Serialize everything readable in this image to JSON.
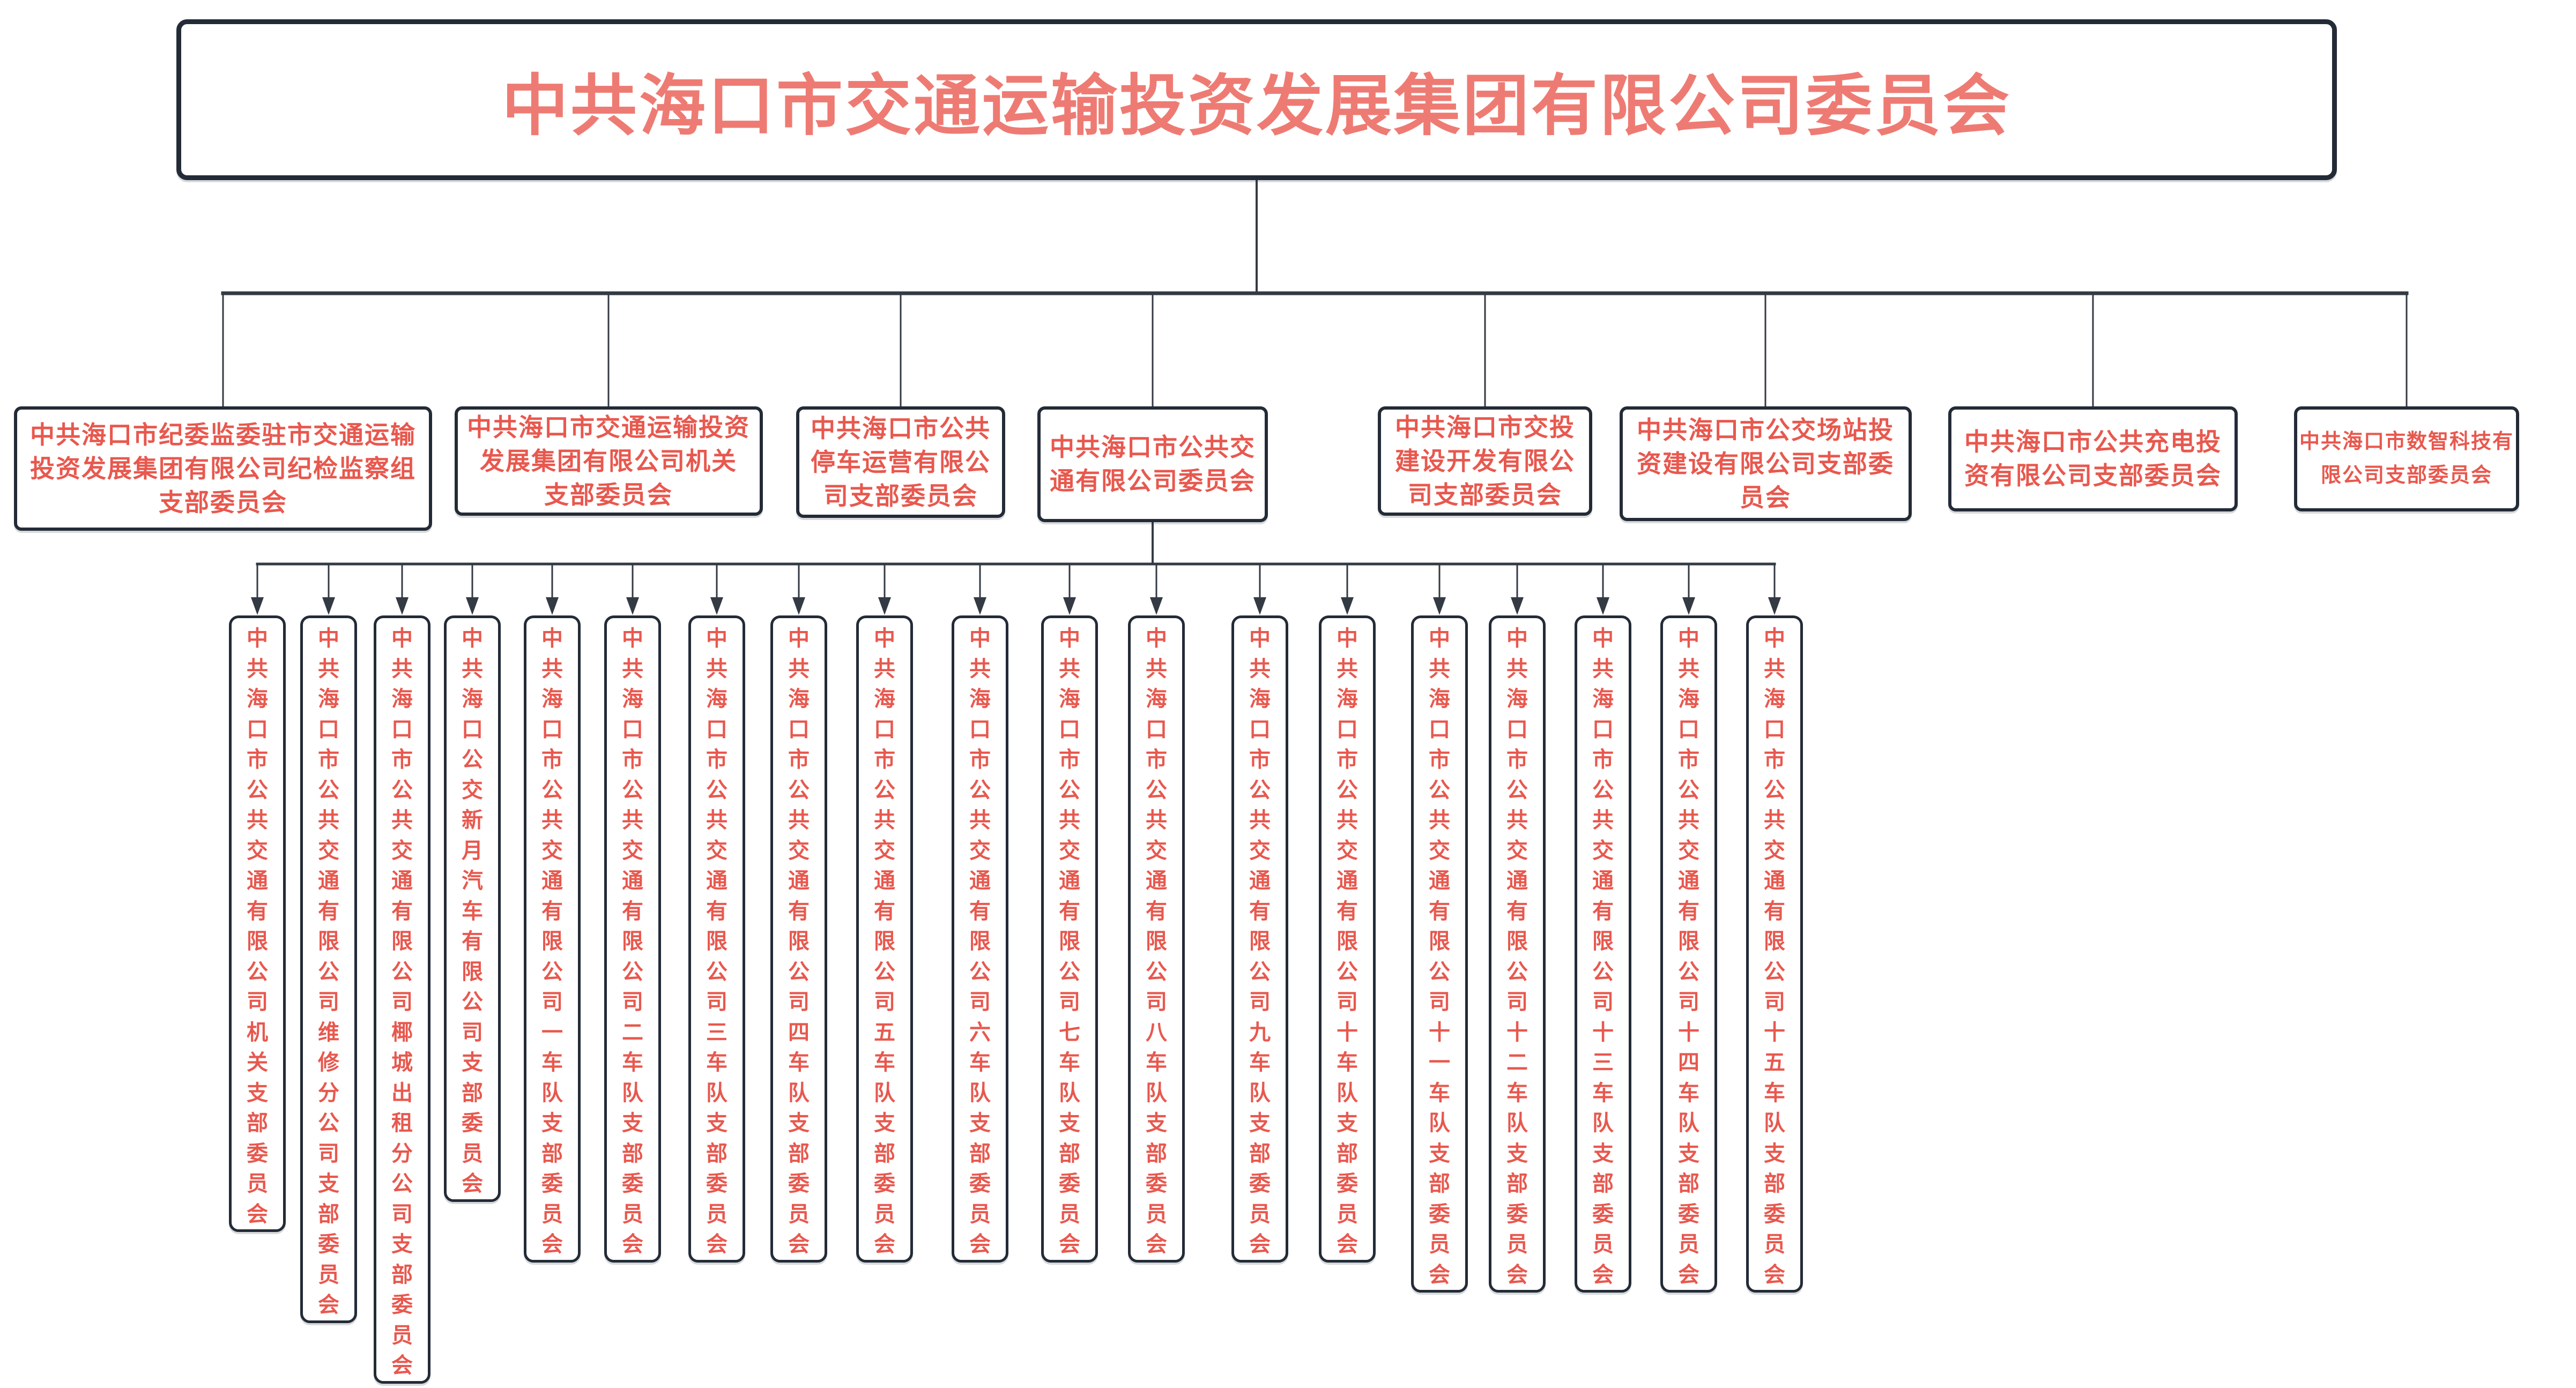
{
  "colors": {
    "border": "#232b37",
    "connector": "#333a43",
    "title_text": "#ee7b73",
    "node_text": "#e8584e"
  },
  "org_chart": {
    "root": {
      "label": "中共海口市交通运输投资发展集团有限公司委员会"
    },
    "level2": [
      {
        "label": "中共海口市纪委监委驻市交通运输\n投资发展集团有限公司纪检监察组\n支部委员会"
      },
      {
        "label": "中共海口市交通运输投资\n发展集团有限公司机关\n支部委员会"
      },
      {
        "label": "中共海口市公共\n停车运营有限公\n司支部委员会"
      },
      {
        "label": "中共海口市公共交\n通有限公司委员会"
      },
      {
        "label": "中共海口市交投\n建设开发有限公\n司支部委员会"
      },
      {
        "label": "中共海口市公交场站投\n资建设有限公司支部委\n员会"
      },
      {
        "label": "中共海口市公共充电投\n资有限公司支部委员会"
      },
      {
        "label": "中共海口市数智科技有\n限公司支部委员会"
      }
    ],
    "level3_parent_index": 3,
    "level3": [
      {
        "label": "中共海口市公共交通有限公司机关支部委员会"
      },
      {
        "label": "中共海口市公共交通有限公司维修分公司支部委员会"
      },
      {
        "label": "中共海口市公共交通有限公司椰城出租分公司支部委员会"
      },
      {
        "label": "中共海口公交新月汽车有限公司支部委员会"
      },
      {
        "label": "中共海口市公共交通有限公司一车队支部委员会"
      },
      {
        "label": "中共海口市公共交通有限公司二车队支部委员会"
      },
      {
        "label": "中共海口市公共交通有限公司三车队支部委员会"
      },
      {
        "label": "中共海口市公共交通有限公司四车队支部委员会"
      },
      {
        "label": "中共海口市公共交通有限公司五车队支部委员会"
      },
      {
        "label": "中共海口市公共交通有限公司六车队支部委员会"
      },
      {
        "label": "中共海口市公共交通有限公司七车队支部委员会"
      },
      {
        "label": "中共海口市公共交通有限公司八车队支部委员会"
      },
      {
        "label": "中共海口市公共交通有限公司九车队支部委员会"
      },
      {
        "label": "中共海口市公共交通有限公司十车队支部委员会"
      },
      {
        "label": "中共海口市公共交通有限公司十一车队支部委员会"
      },
      {
        "label": "中共海口市公共交通有限公司十二车队支部委员会"
      },
      {
        "label": "中共海口市公共交通有限公司十三车队支部委员会"
      },
      {
        "label": "中共海口市公共交通有限公司十四车队支部委员会"
      },
      {
        "label": "中共海口市公共交通有限公司十五车队支部委员会"
      }
    ]
  }
}
